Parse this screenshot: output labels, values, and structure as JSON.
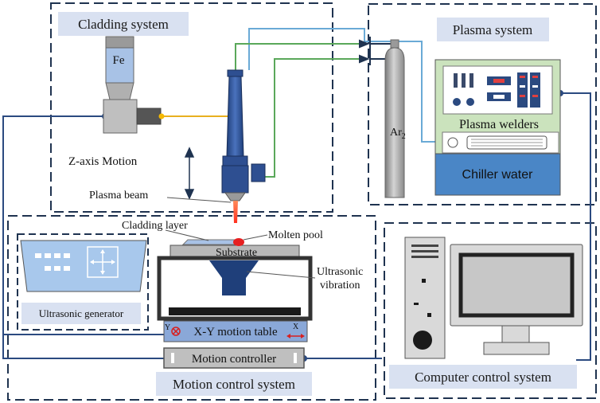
{
  "systems": {
    "cladding": "Cladding system",
    "plasma": "Plasma system",
    "motion_control": "Motion control system",
    "computer_control": "Computer control system"
  },
  "labels": {
    "fe": "Fe",
    "ar_base": "Ar",
    "ar_sub": "2",
    "z_axis": "Z-axis Motion",
    "plasma_beam": "Plasma beam",
    "cladding_layer": "Cladding layer",
    "molten_pool": "Molten pool",
    "substrate": "Substrate",
    "ultrasonic_line1": "Ultrasonic",
    "ultrasonic_line2": "vibration",
    "ultrasonic_generator": "Ultrasonic generator",
    "xy_table": "X-Y motion table",
    "axis_x": "X",
    "axis_y": "Y",
    "motion_controller": "Motion controller",
    "plasma_welders": "Plasma welders",
    "chiller_water": "Chiller water"
  },
  "colors": {
    "dash_border": "#1f3350",
    "title_bg": "#d9e1f1",
    "nozzle": "#2e4f91",
    "wire_blue": "#2b4a80",
    "wire_green": "#5aa85a",
    "wire_lightblue": "#6aaad6",
    "wire_yellow": "#e8b020",
    "chiller": "#4a86c6",
    "welder_bg": "#cbe3bd",
    "computer_grey": "#d9d9d9",
    "screen": "#c7c7c7",
    "arrow_red": "#d72020",
    "xy_table_bg": "#8aa8d8"
  }
}
